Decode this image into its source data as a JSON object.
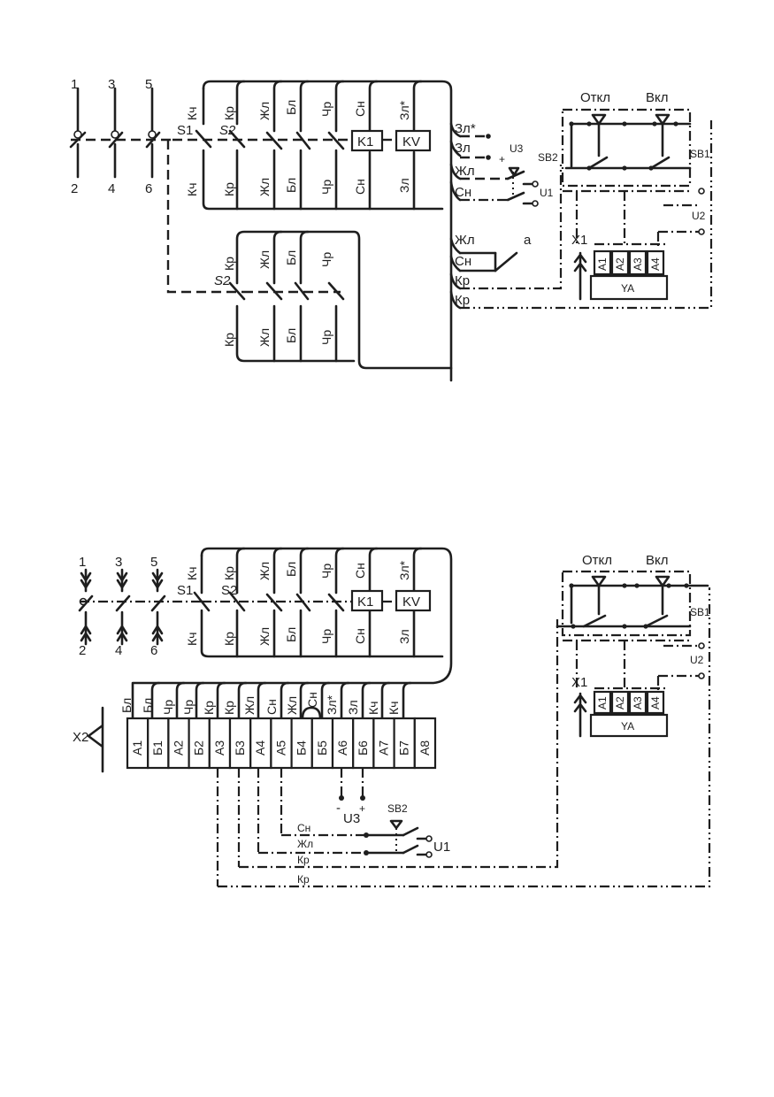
{
  "diagram_top": {
    "phases": [
      "1",
      "3",
      "5"
    ],
    "phases_out": [
      "2",
      "4",
      "6"
    ],
    "s1": "S1",
    "s2": "S2",
    "upper_wires_top": [
      "Кч",
      "Кр",
      "Жл",
      "Бл",
      "Чр",
      "Сн",
      "Зл*"
    ],
    "upper_wires_bottom": [
      "Кч",
      "Кр",
      "Жл",
      "Бл",
      "Чр",
      "Сн",
      "Зл"
    ],
    "lower_wires_top": [
      "Кр",
      "Жл",
      "Бл",
      "Чр"
    ],
    "lower_wires_bottom": [
      "Кр",
      "Жл",
      "Бл",
      "Чр"
    ],
    "relay_k1": "K1",
    "relay_kv": "KV",
    "right_wires": [
      "Зл*",
      "Зл",
      "Жл",
      "Сн"
    ],
    "right_wires_2": [
      "Жл",
      "Сн",
      "Кр",
      "Кр"
    ],
    "u3": "U3",
    "plus": "+",
    "u1": "U1",
    "contact_a": "a",
    "sb2": "SB2",
    "sb1": "SB1",
    "otkl": "Откл",
    "vkl": "Вкл",
    "u2": "U2",
    "x1": "X1",
    "terminals": [
      "A1",
      "A2",
      "A3",
      "A4"
    ],
    "ya": "YA"
  },
  "diagram_bottom": {
    "phases": [
      "1",
      "3",
      "5"
    ],
    "phases_out": [
      "2",
      "4",
      "6"
    ],
    "s1": "S1",
    "s2": "S2",
    "wires_top": [
      "Кч",
      "Кр",
      "Жл",
      "Бл",
      "Чр",
      "Сн",
      "Зл*"
    ],
    "wires_bottom": [
      "Кч",
      "Кр",
      "Жл",
      "Бл",
      "Чр",
      "Сн",
      "Зл"
    ],
    "relay_k1": "K1",
    "relay_kv": "KV",
    "connector_wires": [
      "Бл",
      "Бл",
      "Чр",
      "Чр",
      "Кр",
      "Кр",
      "Жл",
      "Сн",
      "Жл",
      "Сн",
      "Зл*",
      "Зл",
      "Кч",
      "Кч"
    ],
    "connector_pins": [
      "A1",
      "Б1",
      "A2",
      "Б2",
      "A3",
      "Б3",
      "A4",
      "A5",
      "Б4",
      "Б5",
      "A6",
      "Б6",
      "A7",
      "Б7",
      "A8"
    ],
    "x2": "X2",
    "u3": "U3",
    "minus": "-",
    "plus": "+",
    "sb2": "SB2",
    "u1": "U1",
    "bus_labels": [
      "Сн",
      "Жл",
      "Кр",
      "Кр"
    ],
    "otkl": "Откл",
    "vkl": "Вкл",
    "sb1": "SB1",
    "u2": "U2",
    "x1": "X1",
    "terminals": [
      "A1",
      "A2",
      "A3",
      "A4"
    ],
    "ya": "YA"
  }
}
